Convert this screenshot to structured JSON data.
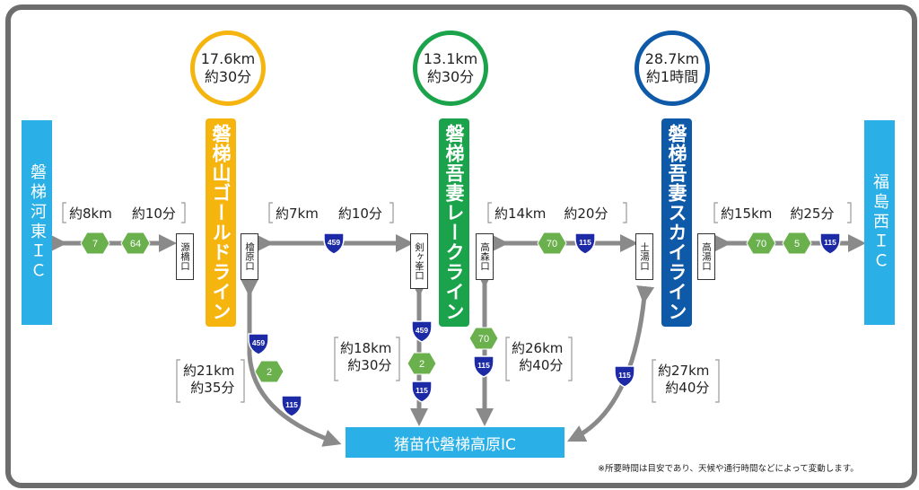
{
  "routes": [
    {
      "name": "磐梯山ゴールドライン",
      "distance": "17.6km",
      "time": "約30分",
      "color": "#f6b40e"
    },
    {
      "name": "磐梯吾妻レークライン",
      "distance": "13.1km",
      "time": "約30分",
      "color": "#1aa34a"
    },
    {
      "name": "磐梯吾妻スカイライン",
      "distance": "28.7km",
      "time": "約1時間",
      "color": "#0e5aa8"
    }
  ],
  "endpoints": {
    "left": "磐梯河東IC",
    "right": "福島西IC",
    "left_v": "磐梯河東ＩＣ",
    "right_v": "福島西ＩＣ"
  },
  "destination": "猪苗代磐梯高原IC",
  "nodes": {
    "genkyo": "源橋口",
    "hinohara": "檜原口",
    "kengamine": "剣ヶ峯口",
    "takamori": "高森口",
    "tsuchiyu": "土湯口",
    "takayu": "高湯口"
  },
  "segments": {
    "s1": {
      "dist": "約8km",
      "time": "約10分",
      "routes": [
        "7",
        "64"
      ]
    },
    "s2": {
      "dist": "約7km",
      "time": "約10分",
      "routes": [
        "459"
      ]
    },
    "s3": {
      "dist": "約14km",
      "time": "約20分",
      "routes": [
        "70",
        "115"
      ]
    },
    "s4": {
      "dist": "約15km",
      "time": "約25分",
      "routes": [
        "70",
        "5",
        "115"
      ]
    },
    "d1": {
      "dist": "約21km",
      "time": "約35分",
      "routes": [
        "459",
        "2",
        "115"
      ]
    },
    "d2": {
      "dist": "約18km",
      "time": "約30分",
      "routes": [
        "459",
        "2",
        "115"
      ]
    },
    "d3": {
      "dist": "約26km",
      "time": "約40分",
      "routes": [
        "70",
        "115"
      ]
    },
    "d4": {
      "dist": "約27km",
      "time": "約40分",
      "routes": [
        "115"
      ]
    }
  },
  "footnote": "※所要時間は目安であり、天候や通行時間などによって変動します。",
  "colors": {
    "frame": "#6d6d6d",
    "arrow": "#8a8a8a",
    "national_route": "#1d2aa6",
    "prefectural_route": "#6ab04c",
    "endpoint": "#2ab0e6"
  }
}
